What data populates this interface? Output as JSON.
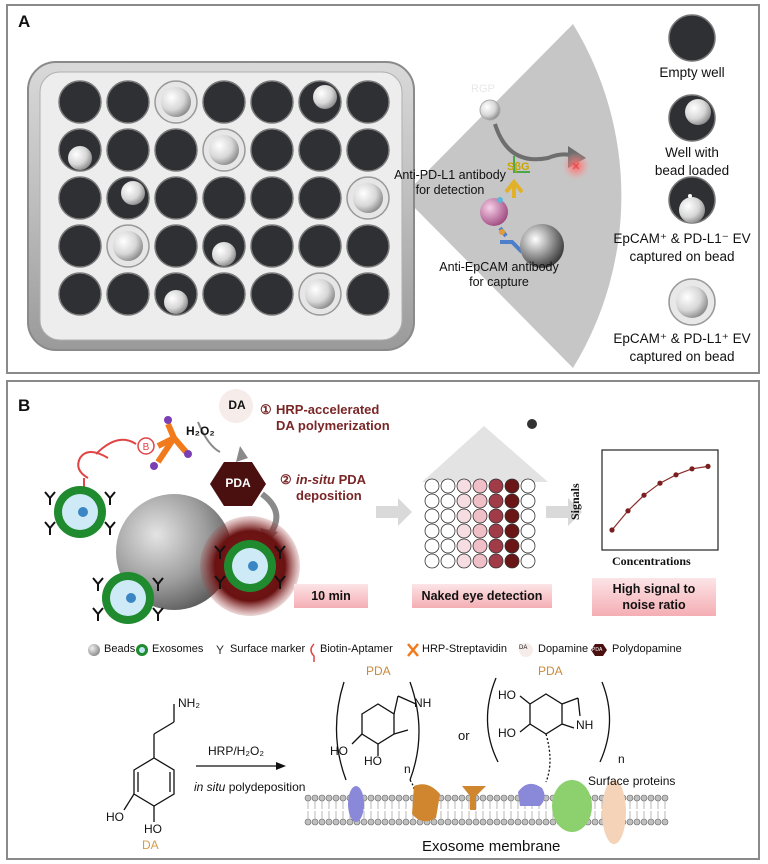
{
  "panelA": {
    "letter": "A",
    "rgp": "RGP",
    "sbg": "SβG",
    "detection": "Anti-PD-L1 antibody\nfor detection",
    "capture": "Anti-EpCAM antibody\nfor capture",
    "legend": [
      {
        "icon": "empty-well-icon",
        "text": "Empty well"
      },
      {
        "icon": "bead-loaded-icon",
        "text": "Well with\nbead loaded"
      },
      {
        "icon": "epcam-pos-pdl1-neg-icon",
        "text": "EpCAM⁺ & PD-L1⁻ EV\ncaptured on bead"
      },
      {
        "icon": "epcam-pos-pdl1-pos-icon",
        "text": "EpCAM⁺ & PD-L1⁺ EV\ncaptured on bead"
      }
    ]
  },
  "panelB": {
    "letter": "B",
    "da": "DA",
    "h2o2": "H₂O₂",
    "pda": "PDA",
    "step1_num": "①",
    "step1": "HRP-accelerated\nDA polymerization",
    "step2_num": "②",
    "step2_a": "in-situ",
    "step2_b": " PDA\ndeposition",
    "time": "10 min",
    "naked": "Naked eye detection",
    "snr": "High signal to\nnoise ratio",
    "chart_ylabel": "Signals",
    "chart_xlabel": "Concentrations",
    "legend": [
      {
        "icon": "beads-icon",
        "text": "Beads"
      },
      {
        "icon": "exosomes-icon",
        "text": "Exosomes"
      },
      {
        "icon": "surface-marker-icon",
        "text": "Surface marker"
      },
      {
        "icon": "biotin-aptamer-icon",
        "text": "Biotin-Aptamer"
      },
      {
        "icon": "hrp-streptavidin-icon",
        "text": "HRP-Streptavidin"
      },
      {
        "icon": "dopamine-icon",
        "text": "Dopamine"
      },
      {
        "icon": "polydopamine-icon",
        "text": "Polydopamine"
      }
    ],
    "legend_da": "DA",
    "legend_pda": "PDA",
    "nh2": "NH₂",
    "ho1": "HO",
    "ho2": "HO",
    "da_label": "DA",
    "reagent": "HRP/H₂O₂",
    "insitu": "in situ",
    "polydep": " polydeposition",
    "pda1": "PDA",
    "pda2": "PDA",
    "nh_a": "NH",
    "nh_b": "NH",
    "ho_a1": "HO",
    "ho_a2": "HO",
    "ho_b1": "HO",
    "ho_b2": "HO",
    "n1": "n",
    "n2": "n",
    "or": "or",
    "surface_proteins": "Surface proteins",
    "membrane": "Exosome membrane"
  },
  "chart_data": {
    "type": "scatter",
    "x": [
      1,
      2,
      3,
      4,
      5,
      6,
      7
    ],
    "y": [
      1.0,
      2.6,
      3.9,
      4.9,
      5.6,
      6.1,
      6.3
    ],
    "xlabel": "Concentrations",
    "ylabel": "Signals"
  },
  "colors": {
    "pda": "#5a1414",
    "accent_red": "#7a2626",
    "well": "#2f3033",
    "membrane_green": "#1f8a2e"
  }
}
